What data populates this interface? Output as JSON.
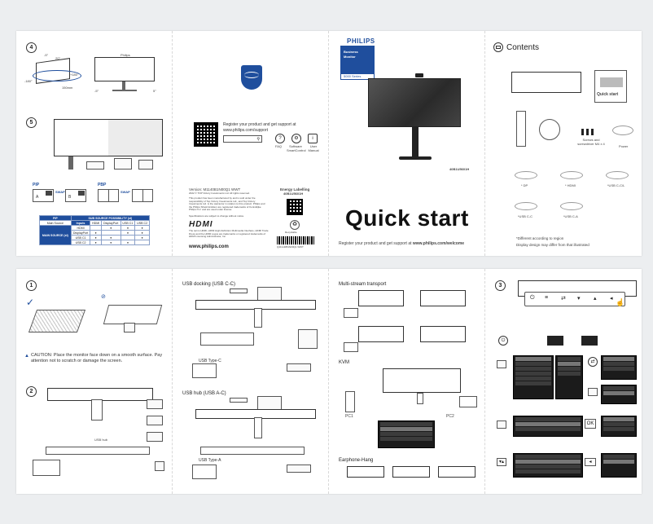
{
  "top": {
    "p1": {
      "step4": "4",
      "tilt_fwd": "-5°",
      "tilt_back": "20°",
      "swivel_left": "-180°",
      "swivel_right": "+180°",
      "height": "150mm",
      "monitor_label": "Philips",
      "rot_left": "-5°",
      "rot_right": "5°",
      "step5": "5",
      "pip_label": "PIP",
      "pbp_label": "PBP",
      "swap": "SWAP",
      "a": "A",
      "b": "B",
      "table": {
        "title": "SUB SOURCE POSSIBILITY (xI)",
        "pip": "PIP",
        "inputs": "Inputs",
        "cols": [
          "HDMI",
          "DisplayPort",
          "USB C1",
          "USB C2"
        ],
        "main_label": "Main Source",
        "rows": [
          {
            "name": "HDMI",
            "cells": [
              "",
              "●",
              "●",
              "●"
            ]
          },
          {
            "name": "DisplayPort",
            "cells": [
              "●",
              "",
              "●",
              "●"
            ]
          },
          {
            "name": "USB C1",
            "cells": [
              "●",
              "●",
              "",
              "●"
            ]
          },
          {
            "name": "USB C2",
            "cells": [
              "●",
              "●",
              "●",
              ""
            ]
          }
        ],
        "main_source": "MAIN SOURCE (xI)"
      }
    },
    "p2": {
      "register_text": "Register your product and get support at www.philips.com/support",
      "faq": "FAQ",
      "software": "Software SmartControl",
      "manual": "User Manual",
      "version": "Version: M1140B1N00Q1 WWT",
      "copyright": "2022 © TOP Victory Investments Ltd. All rights reserved.",
      "legal": "This product has been manufactured by and is sold under the responsibility of Top Victory Investments Ltd., and Top Victory Investments Ltd. is the warrantor in relation to this product. Philips and the Philips Shield Emblem are registered trademarks of Koninklijke Philips N.V. and are used under license.",
      "spec_note": "Specifications are subject to change without notice.",
      "energy_title": "Energy Labelling",
      "energy_model": "40B1U5601H",
      "hdmi_logo": "HDMI",
      "hdmi_text": "The terms HDMI, HDMI High-Definition Multimedia Interface, HDMI Trade Dress and the HDMI Logos are trademarks or registered trademarks of HDMI Licensing Administrator, Inc.",
      "website": "www.philips.com",
      "recycle": "Recyclable",
      "barcode_num": "Q41G40B1N00Q1 WWT"
    },
    "p3": {
      "brand": "PHILIPS",
      "series_l1": "Business",
      "series_l2": "Monitor",
      "series_l3": "5000 Series",
      "model": "40B1U5601H",
      "title": "Quick start",
      "register": "Register your product and get support at",
      "register_url": "www.philips.com/welcome"
    },
    "p4": {
      "contents_title": "Contents",
      "quick_start": "Quick start",
      "screws": "Screws and screwdriver M4 x 4",
      "power": "Power",
      "dp": "* DP",
      "hdmi": "* HDMI",
      "usbcc": "*USB C-C/L",
      "usbc": "*USB C-C",
      "usbca": "*USB C-A",
      "note1": "*Different according to region",
      "note2": "Display design may differ from that illustrated"
    }
  },
  "bottom": {
    "p1": {
      "step1": "1",
      "caution": "CAUTION: Place the monitor face down on a smooth surface. Pay attention not to scratch or damage the screen.",
      "step2": "2",
      "hub_label": "USB hub"
    },
    "p2": {
      "usb_docking": "USB docking (USB C-C)",
      "usb_type_c": "USB Type-C",
      "usb_hub": "USB hub (USB A-C)",
      "usb_type_a": "USB Type-A"
    },
    "p3": {
      "multi_stream": "Multi-stream transport",
      "kvm": "KVM",
      "pc1": "PC1",
      "pc2": "PC2",
      "earphone": "Earphone-Hang"
    },
    "p4": {
      "step3": "3",
      "ok": "OK"
    }
  }
}
